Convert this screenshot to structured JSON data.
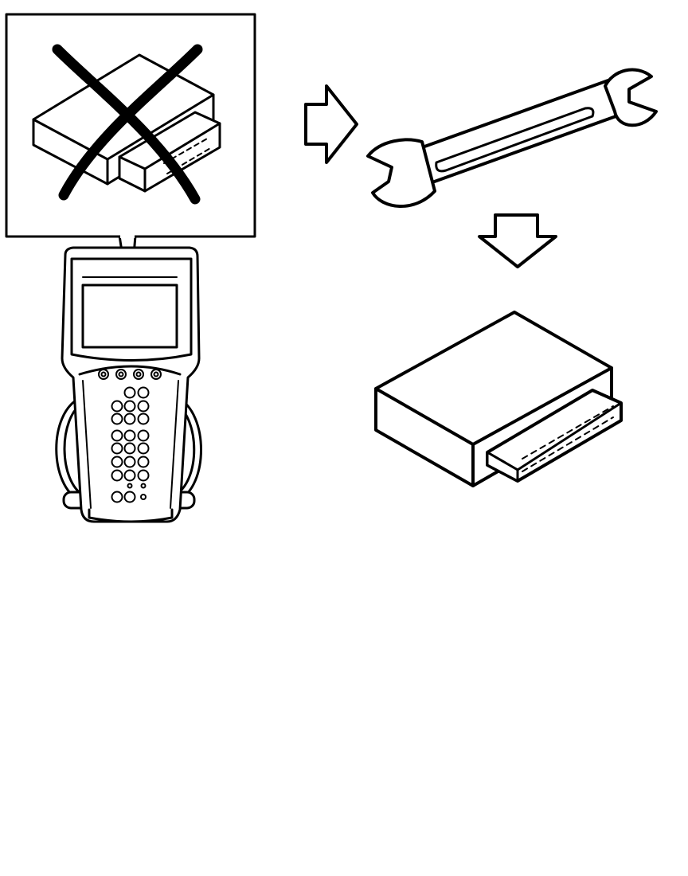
{
  "diagram": {
    "steps": [
      {
        "id": "scan-tool-module-not-communicating",
        "icon": "scan-tool-icon"
      },
      {
        "id": "repair",
        "icon": "wrench-icon"
      },
      {
        "id": "replace-module",
        "icon": "control-module-icon"
      }
    ],
    "flow_arrows": [
      "arrow-right-icon",
      "arrow-down-icon"
    ],
    "colors": {
      "line": "#000000",
      "background": "#ffffff"
    }
  }
}
